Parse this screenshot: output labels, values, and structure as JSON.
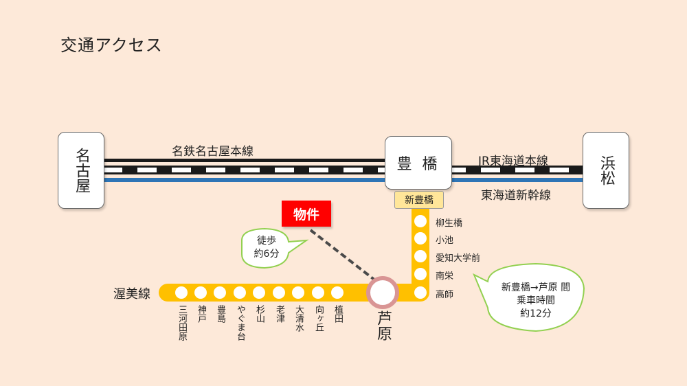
{
  "title": "交通アクセス",
  "stations": {
    "nagoya": "名古屋",
    "toyohashi": "豊 橋",
    "hamamatsu": "浜松",
    "shintoyohashi": "新豊橋",
    "ashihara": "芦原"
  },
  "lines": {
    "meitetsu": "名鉄名古屋本線",
    "jr": "JR東海道本線",
    "shinkansen": "東海道新幹線",
    "atsumi": "渥美線"
  },
  "property": {
    "label": "物件",
    "walk_line1": "徒歩",
    "walk_line2": "約6分"
  },
  "vertical_stops": [
    "柳生橋",
    "小池",
    "愛知大学前",
    "南栄",
    "高師"
  ],
  "horizontal_stops": [
    "三河田原",
    "神戸",
    "豊島",
    "やぐま台",
    "杉山",
    "老津",
    "大清水",
    "向ヶ丘",
    "植田"
  ],
  "ride_info": {
    "line1": "新豊橋→芦原 間",
    "line2": "乗車時間",
    "line3": "約12分"
  },
  "colors": {
    "background": "#fde9d9",
    "atsumi_line": "#ffc000",
    "shinkansen": "#2e75b6",
    "property": "#ff0000",
    "bubble_border": "#92d050",
    "ashihara_ring": "#d99594"
  }
}
